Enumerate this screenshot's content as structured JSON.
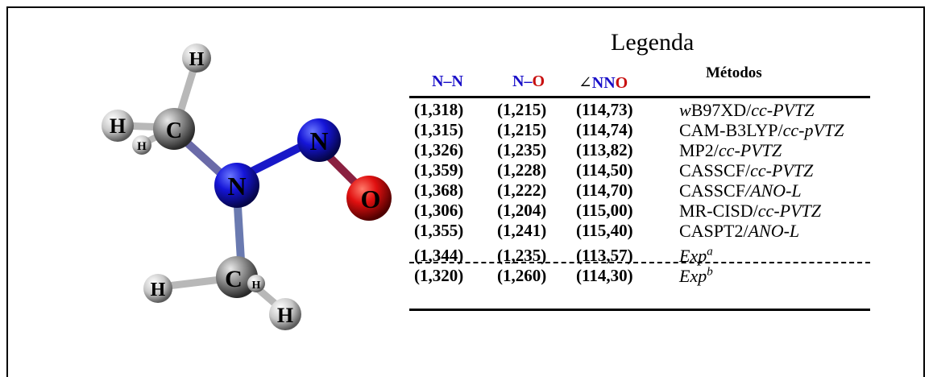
{
  "legend": {
    "title": "Legenda",
    "headers": {
      "nn": "N–N",
      "no_n": "N",
      "no_dash": "–",
      "no_o": "O",
      "angle_symbol": "∠",
      "angle_nn": "NN",
      "angle_o": "O",
      "methods": "Métodos"
    }
  },
  "atoms": {
    "h_top": "H",
    "h_left": "H",
    "h_small": "H",
    "c_top": "C",
    "n_center": "N",
    "n_right": "N",
    "o": "O",
    "c_bottom": "C",
    "h_bottom_small": "H",
    "h_bottom_left": "H",
    "h_bottom_right": "H"
  },
  "rows": [
    {
      "nn": "(1,318)",
      "no": "(1,215)",
      "ang": "(114,73)",
      "m_a": "w",
      "m_b": "B97XD/",
      "m_c": "cc-PVTZ"
    },
    {
      "nn": "(1,315)",
      "no": "(1,215)",
      "ang": "(114,74)",
      "m_a": "",
      "m_b": "CAM-B3LYP/",
      "m_c": "cc-pVTZ"
    },
    {
      "nn": "(1,326)",
      "no": "(1,235)",
      "ang": "(113,82)",
      "m_a": "",
      "m_b": "MP2/",
      "m_c": "cc-PVTZ"
    },
    {
      "nn": "(1,359)",
      "no": "(1,228)",
      "ang": "(114,50)",
      "m_a": "",
      "m_b": "CASSCF/",
      "m_c": "cc-PVTZ"
    },
    {
      "nn": "(1,368)",
      "no": "(1,222)",
      "ang": "(114,70)",
      "m_a": "",
      "m_b": "CASSCF",
      "m_c": "/ANO-L"
    },
    {
      "nn": "(1,306)",
      "no": "(1,204)",
      "ang": "(115,00)",
      "m_a": "",
      "m_b": "MR-CISD/",
      "m_c": "cc-PVTZ"
    },
    {
      "nn": "(1,355)",
      "no": "(1,241)",
      "ang": "(115,40)",
      "m_a": "",
      "m_b": "CASPT2/",
      "m_c": "ANO-L"
    }
  ],
  "exp_rows": [
    {
      "nn": "(1,344)",
      "no": "(1,235)",
      "ang": "(113,57)",
      "label": "Exp",
      "sup": "a"
    },
    {
      "nn": "(1,320)",
      "no": "(1,260)",
      "ang": "(114,30)",
      "label": "Exp",
      "sup": "b"
    }
  ],
  "colors": {
    "nitrogen": "#1a10c8",
    "oxygen": "#c81010",
    "carbon": "#7a7a7a",
    "hydrogen": "#d8d8d8"
  }
}
